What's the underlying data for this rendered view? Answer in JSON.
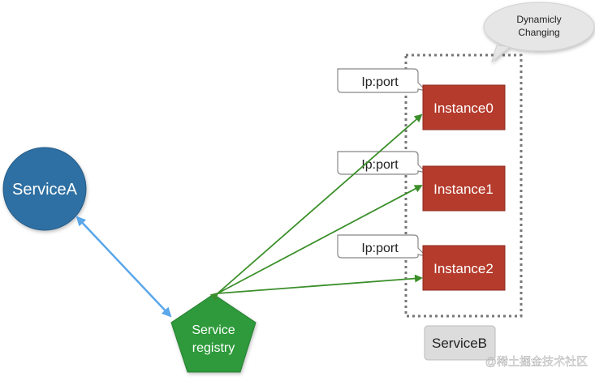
{
  "colors": {
    "service_a_fill": "#2e6fa3",
    "instance_fill": "#b53b2c",
    "registry_fill": "#2f9a3b",
    "green_arrow": "#3b8f2a",
    "blue_arrow": "#5aa7ea",
    "label_text": "#222222"
  },
  "diagram": {
    "service_a": {
      "label": "ServiceA"
    },
    "registry": {
      "line1": "Service",
      "line2": "registry"
    },
    "service_b": {
      "label": "ServiceB"
    },
    "cloud": {
      "line1": "Dynamicly",
      "line2": "Changing"
    },
    "instances": [
      {
        "label": "Instance0",
        "callout": "Ip:port"
      },
      {
        "label": "Instance1",
        "callout": "Ip:port"
      },
      {
        "label": "Instance2",
        "callout": "Ip:port"
      }
    ]
  },
  "watermark": {
    "text": "@稀土掘金技术社区"
  }
}
